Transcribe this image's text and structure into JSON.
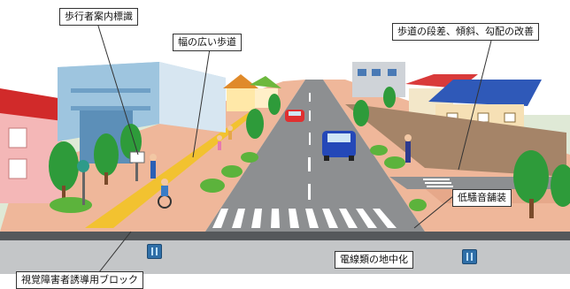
{
  "labels": {
    "signboard": "歩行者案内標識",
    "wide_sidewalk": "幅の広い歩道",
    "sidewalk_improvement": "歩道の段差、傾斜、勾配の改善",
    "low_noise_pavement": "低騒音舗装",
    "tactile_block": "視覚障害者誘導用ブロック",
    "underground_cables": "電線類の地中化"
  },
  "icons": {
    "utility_box_left": "utility-box-icon",
    "utility_box_right": "utility-box-icon"
  },
  "colors": {
    "road": "#8d8f91",
    "sidewalk": "#efb79a",
    "tactile_block": "#f2c230",
    "crosswalk": "#ffffff",
    "grass": "#7fcf4a",
    "tree": "#2e9b3a",
    "sky": "#ffffff"
  }
}
